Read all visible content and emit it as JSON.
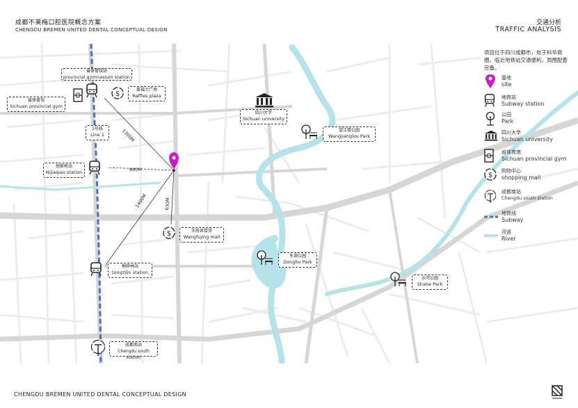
{
  "header": {
    "title_cn": "成都不莱梅口腔医院概念方案",
    "title_en": "CHENGDU BREMEN  UNITED DENTAL CONCEPTUAL DESIGN",
    "section_cn": "交通分析",
    "section_en": "TRAFFIC ANALYSIS"
  },
  "footer": {
    "text": "CHENGDU BREMEN  UNITED DENTAL CONCEPTUAL DESIGN"
  },
  "legend": {
    "description": "项目位于四川成都市，处于科华商圈，临近地铁站交通便利，周围配套完备。",
    "items": [
      {
        "cn": "基地",
        "en": "site",
        "icon": "map-pin-icon"
      },
      {
        "cn": "地铁站",
        "en": "Subway station",
        "icon": "subway-icon"
      },
      {
        "cn": "公园",
        "en": "Park",
        "icon": "park-icon"
      },
      {
        "cn": "四川大学",
        "en": "Sichuan university",
        "icon": "university-icon"
      },
      {
        "cn": "省体育馆",
        "en": "Sichuan provincial gym",
        "icon": "stadium-icon"
      },
      {
        "cn": "购物中心",
        "en": "shopping mall",
        "icon": "shopping-icon"
      },
      {
        "cn": "成都南站",
        "en": "Chengdu south station",
        "icon": "railway-station-icon"
      },
      {
        "cn": "地铁线",
        "en": "Subway",
        "icon": "subway-line-icon"
      },
      {
        "cn": "河道",
        "en": "River",
        "icon": "river-line-icon"
      }
    ]
  },
  "map_labels": {
    "gym_station": {
      "cn": "省体育馆站",
      "en": "provincial gymnasium station"
    },
    "gym": {
      "cn": "省体育馆",
      "en": "Sichuan provincial gym"
    },
    "raffles": {
      "cn": "莱福士广场",
      "en": "Raffles plaza"
    },
    "line1": {
      "cn": "1号线",
      "en": "Line 1"
    },
    "nijiaqiao": {
      "cn": "倪家桥站",
      "en": "Nijiaqiao station"
    },
    "university": {
      "cn": "四川大学",
      "en": "Sichuan university"
    },
    "wangjianglou": {
      "cn": "望江楼公园",
      "en": "Wangjianglou Park"
    },
    "wangfujing": {
      "cn": "王府井百货",
      "en": "Wangfujing mall"
    },
    "donghu": {
      "cn": "东湖公园",
      "en": "Donghu Park"
    },
    "tongzilin": {
      "cn": "桐梓林站",
      "en": "tongzilin station"
    },
    "shahe": {
      "cn": "沙河公园",
      "en": "Shahe Park"
    },
    "south_station": {
      "cn": "成都南站",
      "en": "Chengdu south station"
    },
    "dist_1300": "1300M",
    "dist_860": "860M",
    "dist_1400": "1400M",
    "dist_630": "630M"
  },
  "colors": {
    "site_pin": "#c81ec8",
    "river": "#b6e3ea",
    "subway_line": "#4a72b8",
    "road": "#d7d7d7",
    "minor_road": "#e9e9e9"
  }
}
